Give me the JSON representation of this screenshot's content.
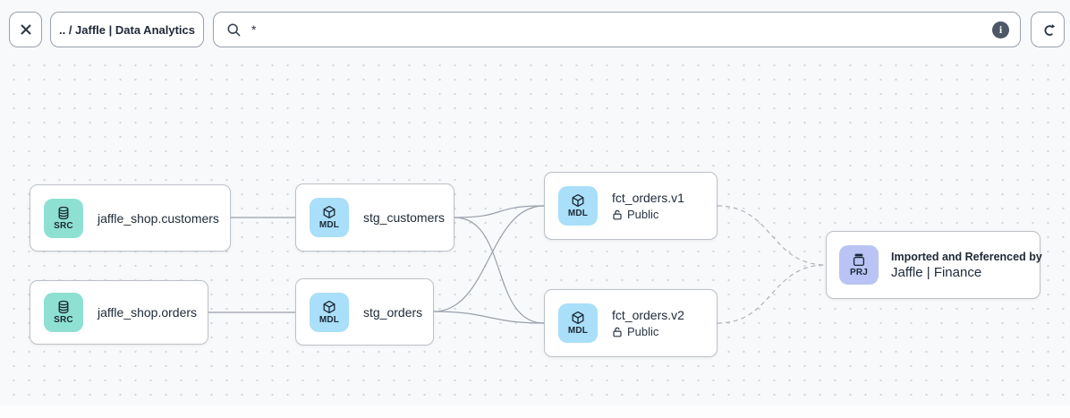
{
  "toolbar": {
    "close_label": "Close",
    "breadcrumb_label": ".. / Jaffle | Data Analytics",
    "search_value": "*",
    "info_label": "i"
  },
  "canvas": {
    "nodes": [
      {
        "id": "src_customers",
        "type": "source",
        "badge": "SRC",
        "label": "jaffle_shop.customers"
      },
      {
        "id": "src_orders",
        "type": "source",
        "badge": "SRC",
        "label": "jaffle_shop.orders"
      },
      {
        "id": "stg_customers",
        "type": "model",
        "badge": "MDL",
        "label": "stg_customers"
      },
      {
        "id": "stg_orders",
        "type": "model",
        "badge": "MDL",
        "label": "stg_orders"
      },
      {
        "id": "fct_orders_v1",
        "type": "model",
        "badge": "MDL",
        "label": "fct_orders.v1",
        "access": "Public"
      },
      {
        "id": "fct_orders_v2",
        "type": "model",
        "badge": "MDL",
        "label": "fct_orders.v2",
        "access": "Public"
      },
      {
        "id": "prj_finance",
        "type": "project",
        "badge": "PRJ",
        "caption": "Imported and Referenced by",
        "label": "Jaffle | Finance"
      }
    ],
    "edges": [
      {
        "from": "src_customers",
        "to": "stg_customers",
        "style": "solid"
      },
      {
        "from": "src_orders",
        "to": "stg_orders",
        "style": "solid"
      },
      {
        "from": "stg_customers",
        "to": "fct_orders_v1",
        "style": "solid"
      },
      {
        "from": "stg_customers",
        "to": "fct_orders_v2",
        "style": "solid"
      },
      {
        "from": "stg_orders",
        "to": "fct_orders_v1",
        "style": "solid"
      },
      {
        "from": "stg_orders",
        "to": "fct_orders_v2",
        "style": "solid"
      },
      {
        "from": "fct_orders_v1",
        "to": "prj_finance",
        "style": "dashed"
      },
      {
        "from": "fct_orders_v2",
        "to": "prj_finance",
        "style": "dashed"
      }
    ],
    "anchors": {
      "src_customers": {
        "out": [
          258,
          243
        ]
      },
      "src_orders": {
        "out": [
          233,
          349
        ]
      },
      "stg_customers": {
        "in": [
          330,
          243
        ],
        "out": [
          508,
          243
        ]
      },
      "stg_orders": {
        "in": [
          330,
          349
        ],
        "out": [
          485,
          348
        ]
      },
      "fct_orders_v1": {
        "in": [
          608,
          230
        ],
        "out": [
          802,
          230
        ]
      },
      "fct_orders_v2": {
        "in": [
          608,
          361
        ],
        "out": [
          802,
          361
        ]
      },
      "prj_finance": {
        "in": [
          923,
          296
        ]
      }
    }
  },
  "colors": {
    "source_badge": "#8EE0D3",
    "model_badge": "#A9DFF8",
    "project_badge": "#B9C4F4",
    "edge_solid": "#98A0AB",
    "edge_dashed": "#ADB3BC",
    "text": "#202C3A",
    "canvas_bg": "#F8F9FA"
  }
}
